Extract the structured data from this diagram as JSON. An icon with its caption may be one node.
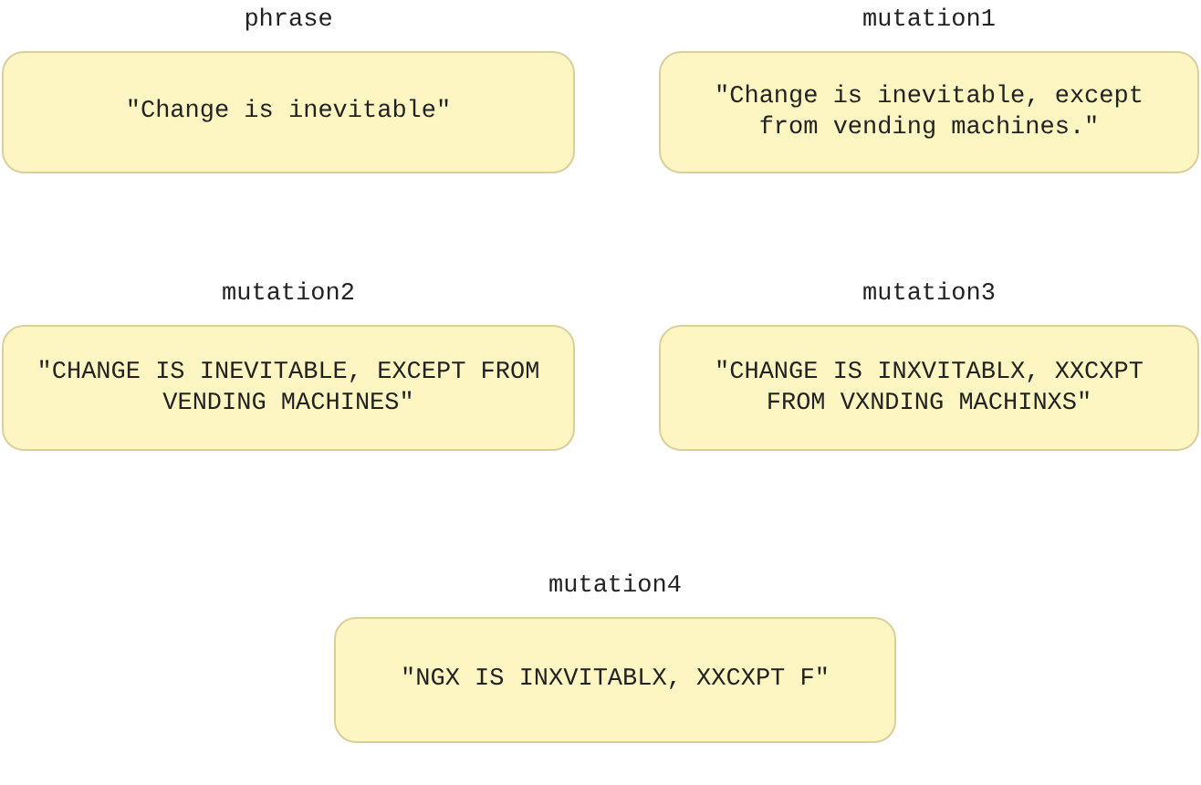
{
  "diagram": {
    "nodes": [
      {
        "text": [
          "phrase",
          "\"Change is inevitable\""
        ]
      },
      {
        "text": [
          "mutation1",
          "\"Change is inevitable, except from vending machines.\""
        ]
      },
      {
        "text": [
          "mutation2",
          "\"CHANGE IS INEVITABLE, EXCEPT FROM VENDING MACHINES\""
        ]
      },
      {
        "text": [
          "mutation3",
          "\"CHANGE IS INXVITABLX, XXCXPT FROM VXNDING MACHINXS\""
        ]
      },
      {
        "text": [
          "mutation4",
          "\"NGX IS INXVITABLX, XXCXPT F\""
        ]
      }
    ]
  }
}
